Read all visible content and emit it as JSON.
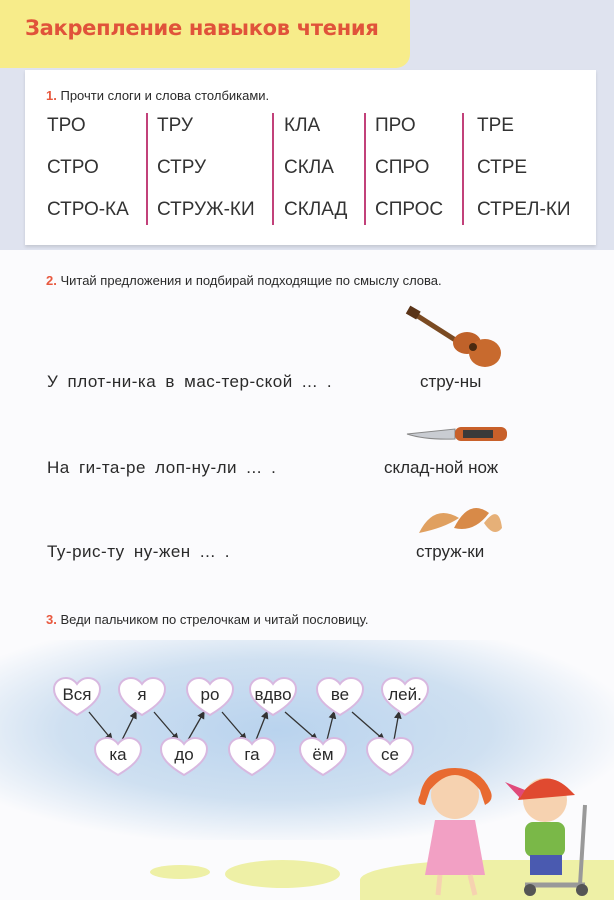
{
  "header": {
    "title": "Закрепление навыков чтения"
  },
  "task1": {
    "num": "1.",
    "text": "Прочти слоги и слова столбиками.",
    "columns": [
      [
        "ТРО",
        "СТРО",
        "СТРО-КА"
      ],
      [
        "ТРУ",
        "СТРУ",
        "СТРУЖ-КИ"
      ],
      [
        "КЛА",
        "СКЛА",
        "СКЛАД"
      ],
      [
        "ПРО",
        "СПРО",
        "СПРОС"
      ],
      [
        "ТРЕ",
        "СТРЕ",
        "СТРЕЛ-КИ"
      ]
    ]
  },
  "task2": {
    "num": "2.",
    "text": "Читай предложения и подбирай подходящие по смыслу слова.",
    "sentences": [
      "У плот-ни-ка в мас-тер-ской ... .",
      "На ги-та-ре лоп-ну-ли ... .",
      "Ту-рис-ту ну-жен ... ."
    ],
    "words": [
      "стру-ны",
      "склад-ной нож",
      "струж-ки"
    ]
  },
  "task3": {
    "num": "3.",
    "text": "Веди пальчиком по стрелочкам и читай пословицу.",
    "top": [
      "Вся",
      "я",
      "ро",
      "вдво",
      "ве",
      "лей."
    ],
    "bottom": [
      "ка",
      "до",
      "га",
      "ём",
      "се"
    ]
  }
}
